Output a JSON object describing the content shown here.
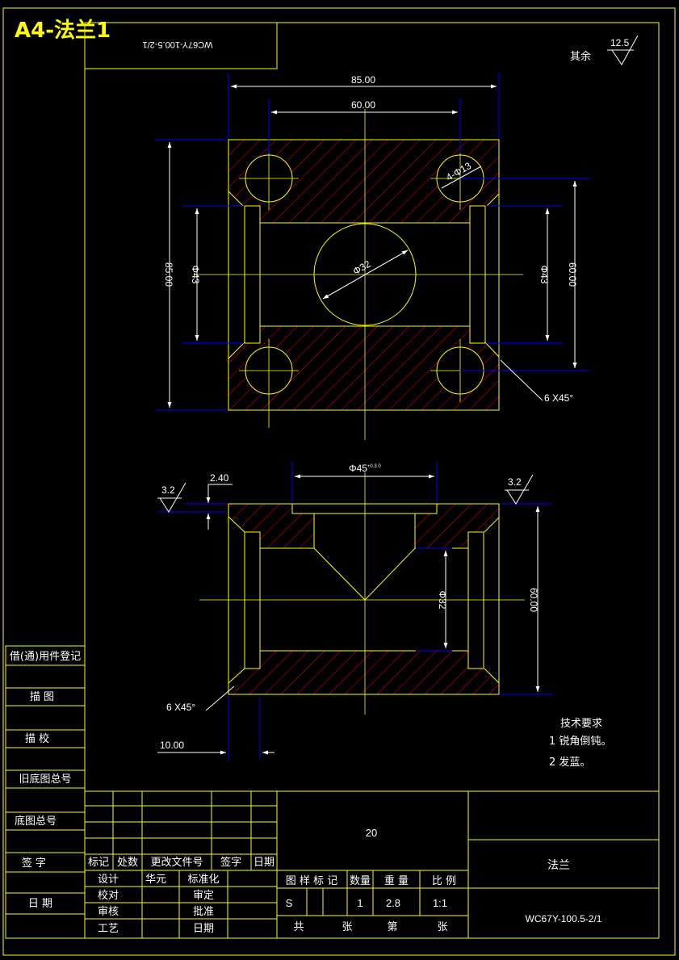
{
  "sheet": {
    "size_title": "A4-法兰1",
    "corner_code": "WC67Y-100.5-2/1",
    "roughness_rest_label": "其余",
    "roughness_rest_value": "12.5"
  },
  "top_view": {
    "dim_overall_width": "85.00",
    "dim_hole_spacing": "60.00",
    "dim_overall_height": "85.00",
    "dim_inner_height": "60.00",
    "dim_bore_left": "Φ43",
    "dim_bore_right": "Φ43",
    "dim_center_bore": "Φ32",
    "dim_holes": "4-Φ13",
    "dim_chamfer": "6 X45°"
  },
  "section_view": {
    "dim_counterbore": "Φ45",
    "dim_counterbore_tol": "+0.3 0",
    "dim_counterbore_depth": "2.40",
    "dim_height": "60.00",
    "dim_bore": "Φ32",
    "dim_chamfer": "6 X45°",
    "dim_wall": "10.00",
    "roughness_left": "3.2",
    "roughness_right": "3.2"
  },
  "notes": {
    "title": "技术要求",
    "items": [
      "1 锐角倒钝。",
      "2 发蓝。"
    ]
  },
  "left_strip": {
    "labels": [
      "借(通)用件登记",
      "描 图",
      "描 校",
      "旧底图总号",
      "底图总号",
      "签 字",
      "日 期"
    ]
  },
  "title_block": {
    "rev_headers": [
      "标记",
      "处数",
      "更改文件号",
      "签字",
      "日期"
    ],
    "roles": [
      {
        "left": "设计",
        "name": "华元",
        "right": "标准化"
      },
      {
        "left": "校对",
        "name": "",
        "right": "审定"
      },
      {
        "left": "审核",
        "name": "",
        "right": "批准"
      },
      {
        "left": "工艺",
        "name": "",
        "right": "日期"
      }
    ],
    "material": "20",
    "part_name": "法兰",
    "drawing_no": "WC67Y-100.5-2/1",
    "col_headers": [
      "图 样 标 记",
      "数量",
      "重 量",
      "比 例"
    ],
    "mark": "S",
    "quantity": "1",
    "weight": "2.8",
    "scale": "1:1",
    "sheets": [
      "共",
      "张",
      "第",
      "张"
    ]
  },
  "colors": {
    "outline": "#ffff00",
    "dimension": "#0000ff",
    "hatch": "#ff0000",
    "text": "#ffffff",
    "background": "#000000"
  }
}
